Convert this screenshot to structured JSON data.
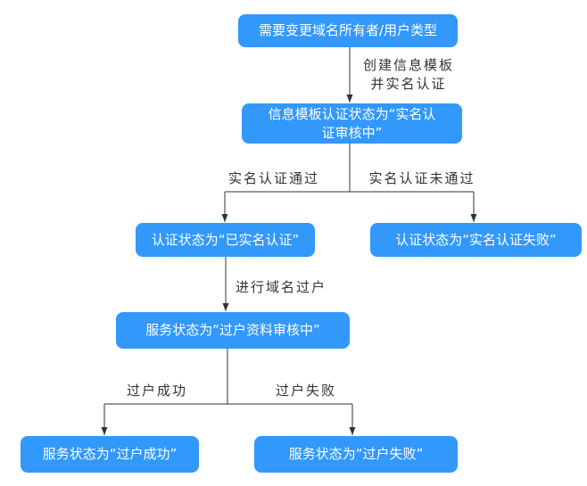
{
  "colors": {
    "node_fill": "#3298FA",
    "node_text": "#FFFFFF",
    "line": "#333333",
    "label_text": "#333333",
    "background": "#FFFFFF"
  },
  "nodes": {
    "start": "需要变更域名所有者/用户类型",
    "template_status": "信息模板认证状态为“实名认\n证审核中”",
    "auth_success": "认证状态为“已实名认证”",
    "auth_failed": "认证状态为“实名认证失败”",
    "transfer_review": "服务状态为“过户资料审核中”",
    "transfer_success": "服务状态为“过户成功”",
    "transfer_failed": "服务状态为“过户失败”"
  },
  "edge_labels": {
    "create_template": "创建信息模板\n并实名认证",
    "auth_pass": "实名认证通过",
    "auth_not_pass": "实名认证未通过",
    "do_transfer": "进行域名过户",
    "transfer_ok": "过户成功",
    "transfer_fail": "过户失败"
  }
}
